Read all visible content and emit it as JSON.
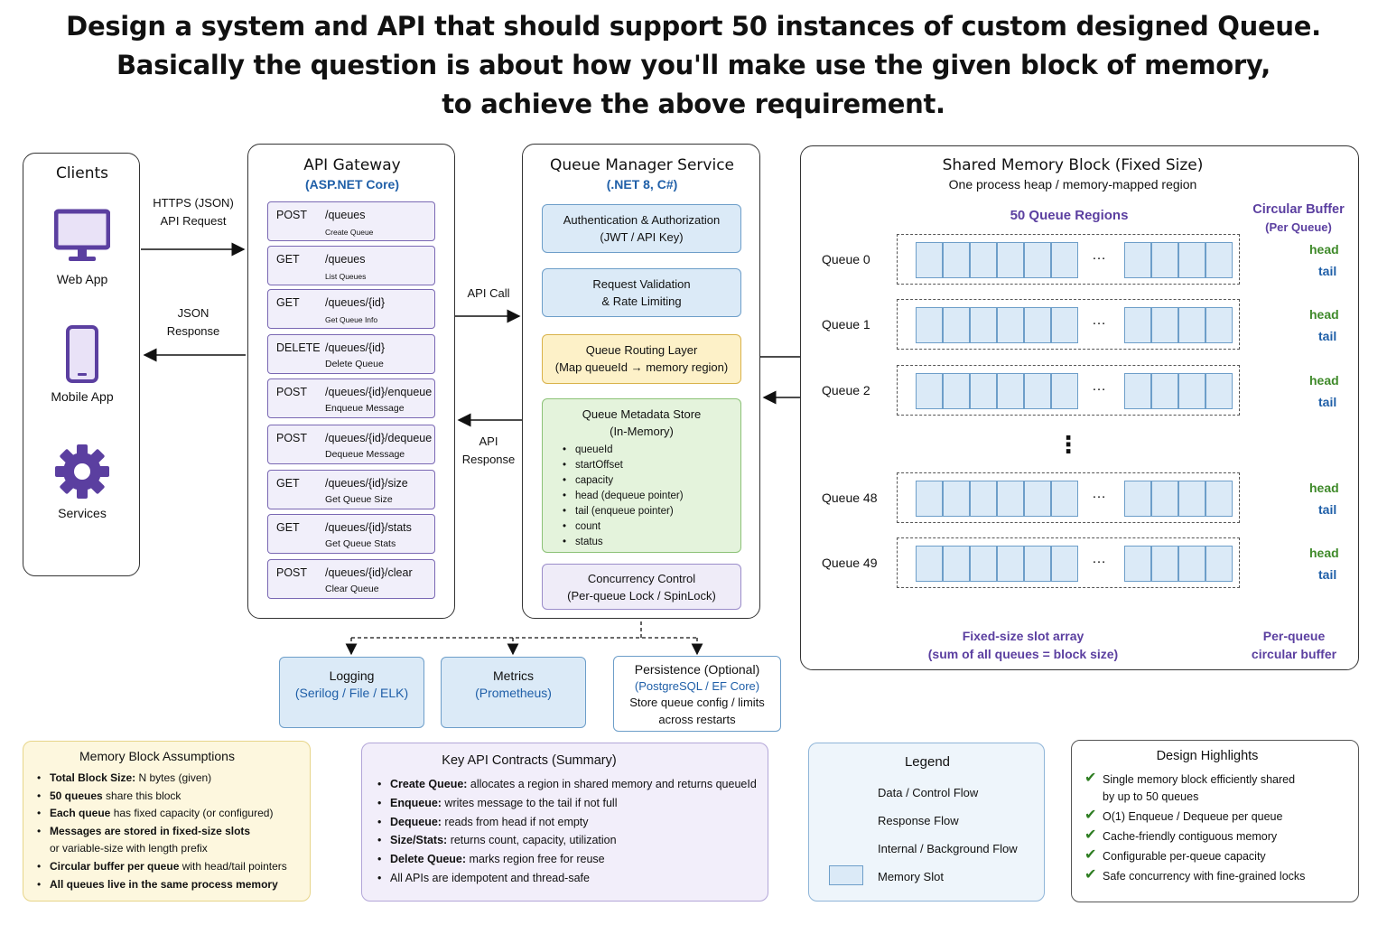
{
  "title": {
    "line1": "Design a system and API that should support 50 instances of custom designed Queue.",
    "line2": "Basically the question is about how you'll make use the given block of memory,",
    "line3": "to achieve the above requirement."
  },
  "clients": {
    "heading": "Clients",
    "items": [
      "Web App",
      "Mobile App",
      "Services"
    ]
  },
  "arrows": {
    "request_l1": "HTTPS (JSON)",
    "request_l2": "API Request",
    "response_l1": "JSON",
    "response_l2": "Response",
    "api_call": "API Call",
    "api_response_l1": "API",
    "api_response_l2": "Response"
  },
  "gateway": {
    "title": "API Gateway",
    "subtitle": "(ASP.NET Core)",
    "endpoints": [
      {
        "method": "POST",
        "path": "/queues",
        "desc": "Create Queue"
      },
      {
        "method": "GET",
        "path": "/queues",
        "desc": "List Queues"
      },
      {
        "method": "GET",
        "path": "/queues/{id}",
        "desc": "Get Queue Info"
      },
      {
        "method": "DELETE",
        "path": "/queues/{id}",
        "desc": "Delete Queue"
      },
      {
        "method": "POST",
        "path": "/queues/{id}/enqueue",
        "desc": "Enqueue Message"
      },
      {
        "method": "POST",
        "path": "/queues/{id}/dequeue",
        "desc": "Dequeue Message"
      },
      {
        "method": "GET",
        "path": "/queues/{id}/size",
        "desc": "Get Queue Size"
      },
      {
        "method": "GET",
        "path": "/queues/{id}/stats",
        "desc": "Get Queue Stats"
      },
      {
        "method": "POST",
        "path": "/queues/{id}/clear",
        "desc": "Clear Queue"
      }
    ]
  },
  "manager": {
    "title": "Queue Manager Service",
    "subtitle": "(.NET 8, C#)",
    "auth_l1": "Authentication & Authorization",
    "auth_l2": "(JWT / API Key)",
    "validation_l1": "Request Validation",
    "validation_l2": "& Rate Limiting",
    "routing_l1": "Queue Routing Layer",
    "routing_l2": "(Map queueId → memory region)",
    "metadata_l1": "Queue Metadata Store",
    "metadata_l2": "(In-Memory)",
    "metadata_fields": [
      "queueId",
      "startOffset",
      "capacity",
      "head (dequeue pointer)",
      "tail (enqueue pointer)",
      "count",
      "status"
    ],
    "concurrency_l1": "Concurrency Control",
    "concurrency_l2": "(Per-queue Lock / SpinLock)"
  },
  "services": {
    "logging_title": "Logging",
    "logging_sub": "(Serilog / File / ELK)",
    "metrics_title": "Metrics",
    "metrics_sub": "(Prometheus)",
    "persistence_title": "Persistence (Optional)",
    "persistence_sub": "(PostgreSQL / EF Core)",
    "persistence_l3": "Store queue config / limits",
    "persistence_l4": "across restarts"
  },
  "memory": {
    "title": "Shared Memory Block (Fixed Size)",
    "subtitle": "One process heap / memory-mapped region",
    "regions_label": "50 Queue Regions",
    "circ_l1": "Circular Buffer",
    "circ_l2": "(Per Queue)",
    "queues": [
      "Queue 0",
      "Queue 1",
      "Queue 2",
      "Queue 48",
      "Queue 49"
    ],
    "ellipsis": "…",
    "vdots": "⋮",
    "head": "head",
    "tail": "tail",
    "fixed_l1": "Fixed-size slot array",
    "fixed_l2": "(sum of all queues = block size)",
    "perq_l1": "Per-queue",
    "perq_l2": "circular buffer"
  },
  "assumptions": {
    "title": "Memory Block Assumptions",
    "items": [
      {
        "b": "Total Block Size:",
        "t": " N bytes (given)"
      },
      {
        "b": "50 queues",
        "t": " share this block"
      },
      {
        "b": "Each queue",
        "t": " has fixed capacity (or configured)"
      },
      {
        "b": "Messages are stored in fixed-size slots",
        "t": ""
      },
      {
        "b": "Circular buffer per queue",
        "t": " with head/tail pointers"
      },
      {
        "b": "All queues live in the same process memory",
        "t": ""
      }
    ],
    "extra": "or variable-size with length prefix"
  },
  "contracts": {
    "title": "Key API Contracts (Summary)",
    "items": [
      {
        "b": "Create Queue:",
        "t": " allocates a region in shared memory and returns queueId"
      },
      {
        "b": "Enqueue:",
        "t": " writes message to the tail if not full"
      },
      {
        "b": "Dequeue:",
        "t": " reads from head if not empty"
      },
      {
        "b": "Size/Stats:",
        "t": " returns count, capacity, utilization"
      },
      {
        "b": "Delete Queue:",
        "t": " marks region free for reuse"
      },
      {
        "b": "",
        "t": "All APIs are idempotent and thread-safe"
      }
    ]
  },
  "legend": {
    "title": "Legend",
    "data_flow": "Data / Control Flow",
    "response_flow": "Response Flow",
    "internal_flow": "Internal / Background Flow",
    "memory_slot": "Memory Slot",
    "colors": {
      "green": "#3f8a2a",
      "blue": "#1f5fa8",
      "slot": "#dbeaf7"
    }
  },
  "highlights": {
    "title": "Design Highlights",
    "items": [
      "Single memory block efficiently shared",
      "O(1) Enqueue / Dequeue per queue",
      "Cache-friendly contiguous memory",
      "Configurable per-queue capacity",
      "Safe concurrency with fine-grained locks"
    ],
    "item1_l2": "by up to 50 queues"
  }
}
